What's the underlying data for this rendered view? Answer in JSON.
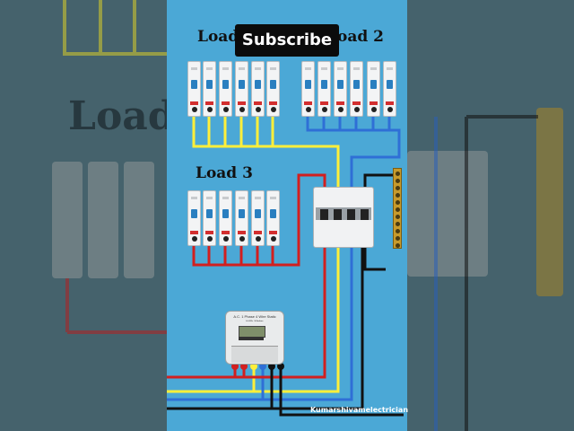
{
  "labels": {
    "load1": "Load",
    "load2": "oad 2",
    "load3": "Load 3",
    "side_load": "Load"
  },
  "subscribe": "Subscribe",
  "meter_header": "A.C. 1 Phase 4 Wire Static kWh Meter",
  "watermark": "Kumarshivamelectrician",
  "colors": {
    "background_panel": "#4ba8d6",
    "wire_yellow": "#ffef3a",
    "wire_blue": "#2f6fd6",
    "wire_red": "#d21f1f",
    "wire_black": "#111111",
    "mcb_body": "#f3f4f5",
    "mcb_lever": "#2a7fc0",
    "neutral_bar": "#c79a2c"
  },
  "icons": [
    "mcb-breaker-icon",
    "isolator-switch-icon",
    "neutral-busbar-icon",
    "energy-meter-icon"
  ]
}
